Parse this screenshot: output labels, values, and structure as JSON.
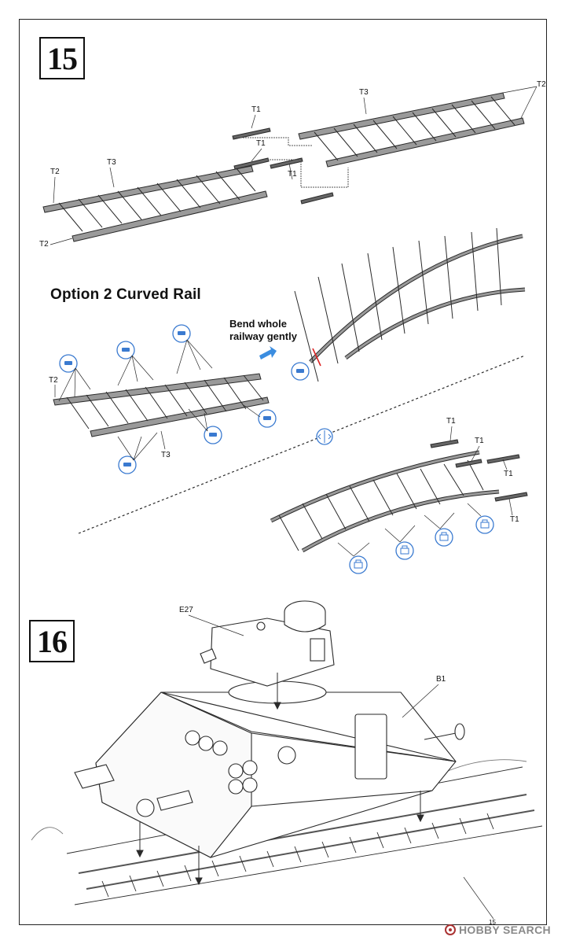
{
  "steps": {
    "step15": "15",
    "step16": "16"
  },
  "option_title": "Option 2  Curved Rail",
  "bend_note": {
    "line1": "Bend whole",
    "line2": "railway gently"
  },
  "labels": {
    "t1_a": "T1",
    "t1_b": "T1",
    "t1_c": "T1",
    "t3_top": "T3",
    "t2_topright": "T2",
    "t2_left": "T2",
    "t3_left": "T3",
    "t2_bottomleft": "T2",
    "t2_opt": "T2",
    "t3_opt": "T3",
    "t1_r1": "T1",
    "t1_r2": "T1",
    "t1_r3": "T1",
    "t1_r4": "T1",
    "e27": "E27",
    "b1": "B1"
  },
  "page_number": "15",
  "watermark": "HOBBY SEARCH",
  "icons": [
    "glue-icon",
    "bend-icon",
    "flip-icon",
    "cement-icon"
  ],
  "colors": {
    "line": "#2a2a2a",
    "glue_blue": "#3a7ad0",
    "arrow_blue": "#3b8de0",
    "accent_red": "#d22"
  }
}
